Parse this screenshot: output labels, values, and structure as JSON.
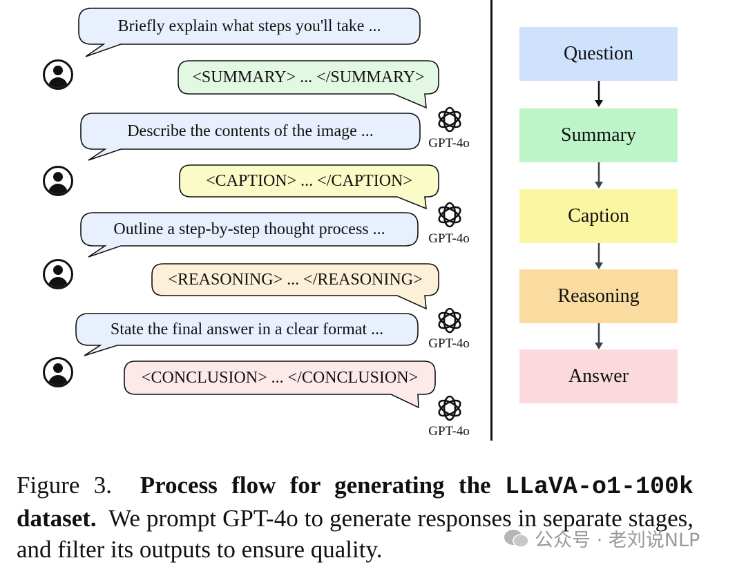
{
  "prompts": [
    "Briefly explain what steps you'll take ...",
    "Describe the contents of the image ...",
    "Outline a step-by-step thought process ...",
    "State the final answer in a clear format ..."
  ],
  "responses": [
    "<SUMMARY> ... </SUMMARY>",
    "<CAPTION> ... </CAPTION>",
    "<REASONING> ... </REASONING>",
    "<CONCLUSION> ... </CONCLUSION>"
  ],
  "model_label": "GPT-4o",
  "stages": [
    {
      "label": "Question",
      "color": "#cfe2fb"
    },
    {
      "label": "Summary",
      "color": "#bdf4c8"
    },
    {
      "label": "Caption",
      "color": "#fbf6a2"
    },
    {
      "label": "Reasoning",
      "color": "#fbdca0"
    },
    {
      "label": "Answer",
      "color": "#fbd9dd"
    }
  ],
  "colors": {
    "prompt_bubble": "#e7f0fc",
    "summary_bubble": "#e3f8e3",
    "caption_bubble": "#fbfbc7",
    "reasoning_bubble": "#fcf0d8",
    "conclusion_bubble": "#fce9e9"
  },
  "caption": {
    "figure_label": "Figure 3.",
    "title_part1": "Process flow for generating the",
    "dataset_name": "LLaVA-o1-100k",
    "title_part2": "dataset.",
    "body": "We prompt GPT-4o to generate responses in separate stages, and filter its outputs to ensure quality."
  },
  "watermark": "公众号 · 老刘说NLP"
}
